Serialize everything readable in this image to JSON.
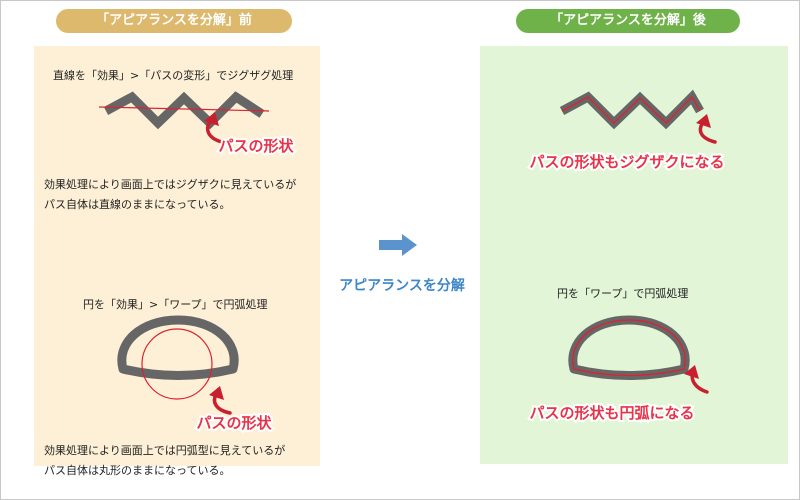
{
  "header": {
    "before_title": "「アピアランスを分解」前",
    "after_title": "「アピアランスを分解」後"
  },
  "before": {
    "zigzag_caption": "直線を「効果」>「パスの変形」でジグザグ処理",
    "zigzag_label": "パスの形状",
    "zigzag_note": [
      "効果処理により画面上ではジグザクに見えているが",
      "パス自体は直線のままになっている。"
    ],
    "arc_caption": "円を「効果」>「ワープ」で円弧処理",
    "arc_label": "パスの形状",
    "arc_note": [
      "効果処理により画面上では円弧型に見えているが",
      "パス自体は丸形のままになっている。"
    ]
  },
  "center": {
    "action_label": "アピアランスを分解",
    "arrow_icon": "right-arrow-icon"
  },
  "after": {
    "zigzag_label": "パスの形状もジグザクになる",
    "arc_caption": "円を「ワープ」で円弧処理",
    "arc_label": "パスの形状も円弧になる"
  },
  "colors": {
    "before_accent": "#ddb96e",
    "after_accent": "#6fb24a",
    "before_panel": "#fdf0d6",
    "after_panel": "#e2f5d6",
    "stroke_gray": "#666666",
    "path_red": "#e0202e",
    "label_red": "#e8344a",
    "arrow_blue": "#5b93cc"
  }
}
